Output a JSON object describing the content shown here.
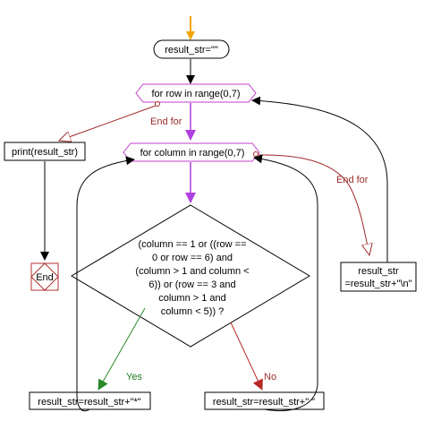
{
  "colors": {
    "start_arrow": "#f2a600",
    "loop_border": "#c040c8",
    "flow_arrow": "#b040e0",
    "exit_arrow": "#a02828",
    "yes_arrow": "#2a8a2a",
    "no_arrow": "#b82828",
    "line": "#000000",
    "end_box": "#b03030"
  },
  "nodes": {
    "init": "result_str=\"\"",
    "outer_loop": "for row in range(0,7)",
    "print": "print(result_str)",
    "end": "End",
    "inner_loop": "for column in range(0,7)",
    "condition": [
      "(column == 1 or ((row ==",
      "0 or row == 6) and",
      "(column > 1 and column <",
      "6)) or (row == 3 and",
      "column > 1 and",
      "column < 5)) ?"
    ],
    "newline": [
      "result_str",
      "=result_str+\"\\n\""
    ],
    "append_star": "result_str=result_str+\"*\"",
    "append_space": "result_str=result_str+\" \""
  },
  "edge_labels": {
    "outer_end": "End for",
    "inner_end": "End for",
    "yes": "Yes",
    "no": "No"
  }
}
